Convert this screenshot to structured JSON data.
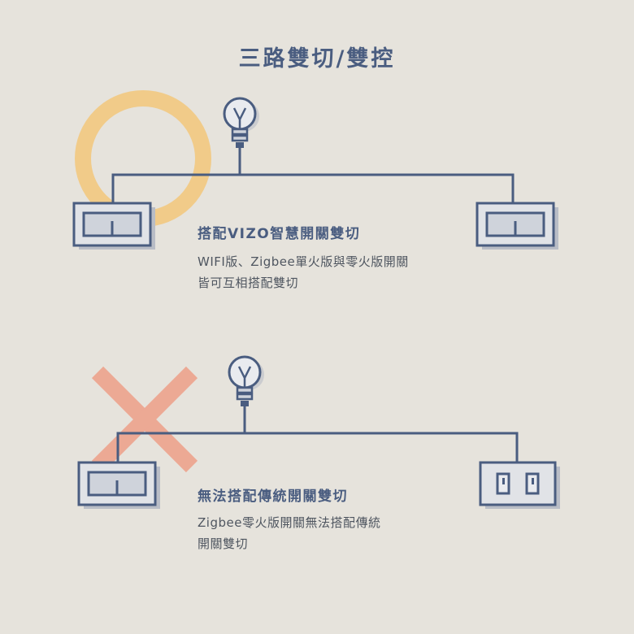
{
  "title": "三路雙切/雙控",
  "colors": {
    "background": "#e6e3dc",
    "line": "#4a5d80",
    "switch_fill": "#cfd3db",
    "shadow": "#b9bdc6",
    "ok_ring": "#f2c77a",
    "no_cross": "#ee9f88"
  },
  "sections": [
    {
      "marker_icon": "circle-ok-icon",
      "heading": "搭配VIZO智慧開關雙切",
      "lines": [
        "WIFI版、Zigbee單火版與零火版開關",
        "皆可互相搭配雙切"
      ]
    },
    {
      "marker_icon": "cross-no-icon",
      "heading": "無法搭配傳統開關雙切",
      "lines": [
        "Zigbee零火版開關無法搭配傳統",
        "開關雙切"
      ]
    }
  ]
}
